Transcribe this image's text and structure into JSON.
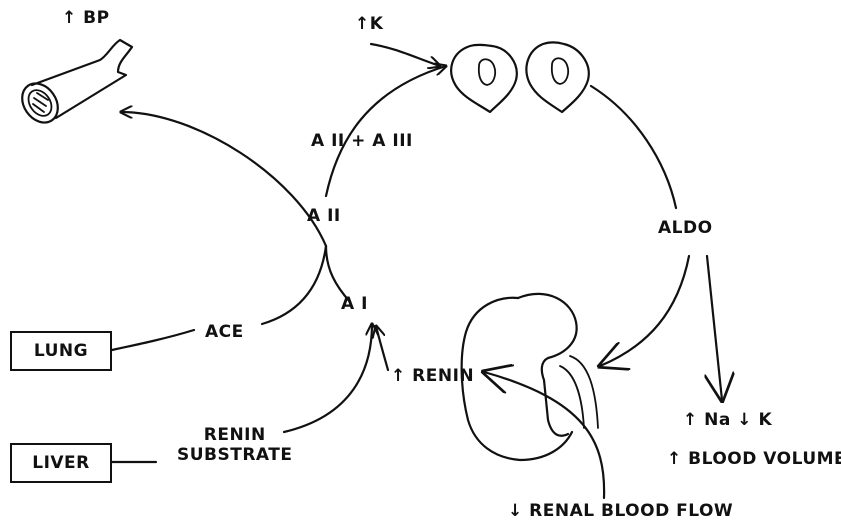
{
  "labels": {
    "bp": "↑ BP",
    "k_up": "↑K",
    "a2_a3": "A II + A III",
    "a2": "A II",
    "a1": "A I",
    "aldo": "ALDO",
    "ace": "ACE",
    "renin_up": "↑ RENIN",
    "renin_substrate_1": "RENIN",
    "renin_substrate_2": "SUBSTRATE",
    "na_k": "↑ Na ↓ K",
    "blood_volume": "↑ BLOOD VOLUME",
    "renal_blood_flow": "↓ RENAL BLOOD FLOW"
  },
  "boxes": {
    "lung": "LUNG",
    "liver": "LIVER"
  },
  "colors": {
    "ink": "#111111",
    "background": "#ffffff"
  }
}
